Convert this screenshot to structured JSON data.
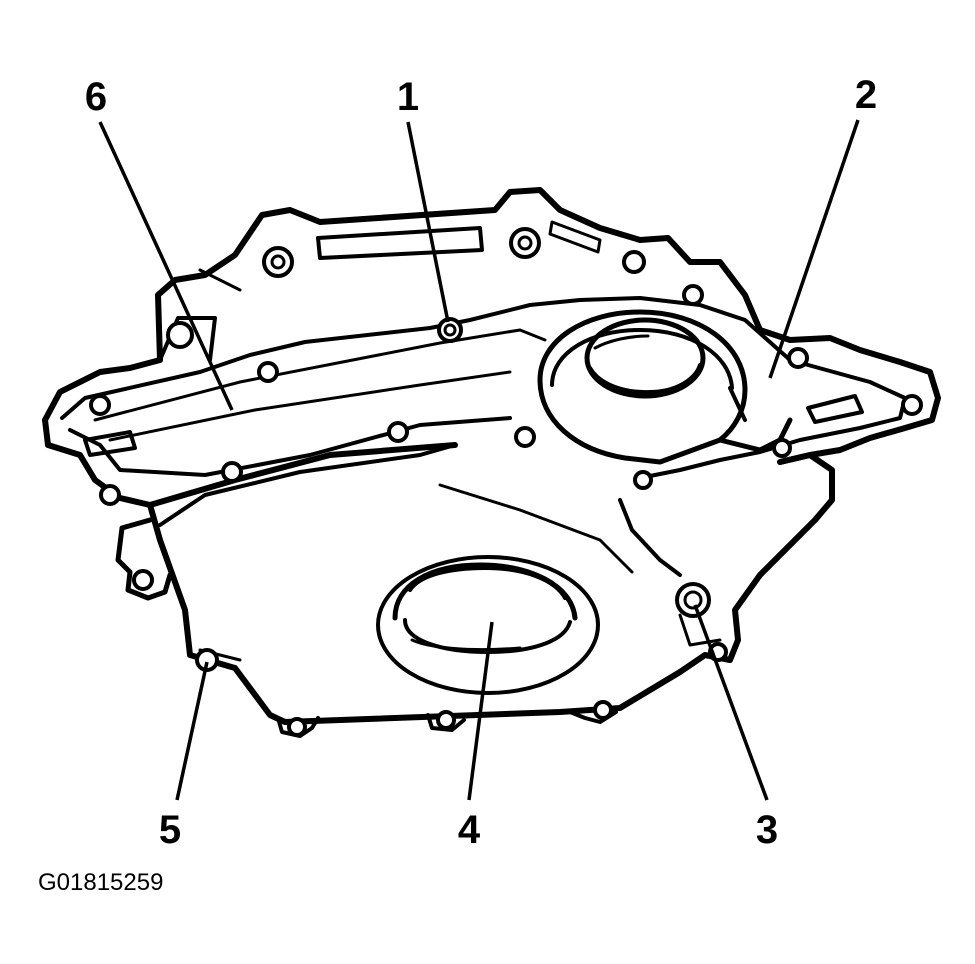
{
  "callouts": [
    {
      "number": "1"
    },
    {
      "number": "2"
    },
    {
      "number": "3"
    },
    {
      "number": "4"
    },
    {
      "number": "5"
    },
    {
      "number": "6"
    }
  ],
  "figure_id": "G01815259",
  "colors": {
    "ink": "#000000",
    "background": "#ffffff"
  }
}
